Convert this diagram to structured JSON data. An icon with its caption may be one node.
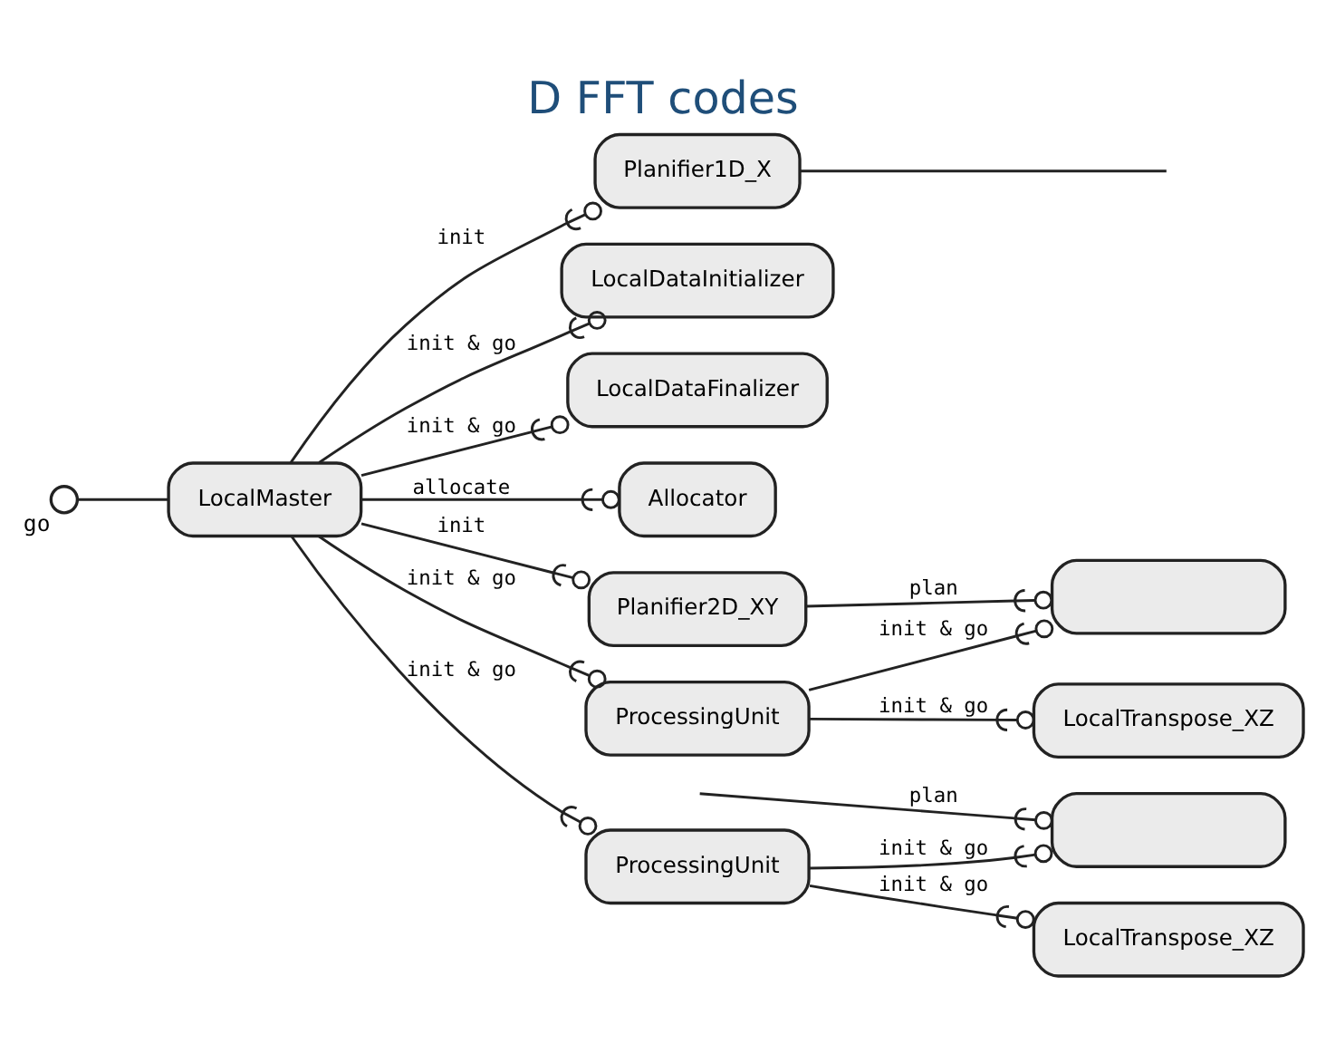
{
  "diagram": {
    "title": "D FFT codes",
    "nodes": [
      {
        "text": [
          "LocalMaster"
        ]
      },
      {
        "text": [],
        "shape": "circle",
        "beside": [
          "go"
        ]
      },
      {
        "text": [
          "LocalDataInitializer"
        ]
      },
      {
        "text": [
          "LocalDataFinalizer"
        ]
      },
      {
        "text": [
          "Allocator"
        ]
      },
      {
        "text": [
          "Planifier1D_X"
        ]
      },
      {
        "text": [
          "Planifier2D_XY"
        ]
      },
      {
        "text": [
          "ProcessingUnit"
        ]
      },
      {
        "text": [],
        "shape": "box"
      },
      {
        "text": [
          "LocalTranspose_XZ"
        ]
      },
      {
        "text": [
          "ProcessingUnit"
        ]
      },
      {
        "text": [],
        "shape": "box"
      },
      {
        "text": [
          "LocalTranspose_XZ"
        ]
      }
    ],
    "edges": [
      {
        "from": 1,
        "to": 0,
        "arrow": "none"
      },
      {
        "from": 0,
        "to": 2,
        "arrow": "other",
        "label": "init & go"
      },
      {
        "from": 0,
        "to": 3,
        "arrow": "other",
        "label": "init & go"
      },
      {
        "from": 0,
        "to": 4,
        "arrow": "other",
        "label": "allocate"
      },
      {
        "from": 0,
        "to": 5,
        "arrow": "other",
        "label": "init"
      },
      {
        "from": 0,
        "to": 6,
        "arrow": "other",
        "label": "init"
      },
      {
        "from": 0,
        "to": 7,
        "arrow": "other",
        "label": "init & go"
      },
      {
        "from": 7,
        "to": 8,
        "arrow": "other",
        "label": "init & go"
      },
      {
        "from": 6,
        "to": 8,
        "arrow": "other",
        "label": "plan"
      },
      {
        "from": 7,
        "to": 9,
        "arrow": "other",
        "label": "init & go"
      },
      {
        "from": 0,
        "to": 10,
        "arrow": "other",
        "label": "init & go"
      },
      {
        "from": 10,
        "to": 11,
        "arrow": "other",
        "label": "init & go"
      },
      {
        "from": 10,
        "to": 12,
        "arrow": "other",
        "label": "init & go"
      },
      {
        "from": 5,
        "to": null,
        "arrow": "none"
      },
      {
        "from": null,
        "to": 11,
        "arrow": "other",
        "label": "plan"
      }
    ]
  }
}
